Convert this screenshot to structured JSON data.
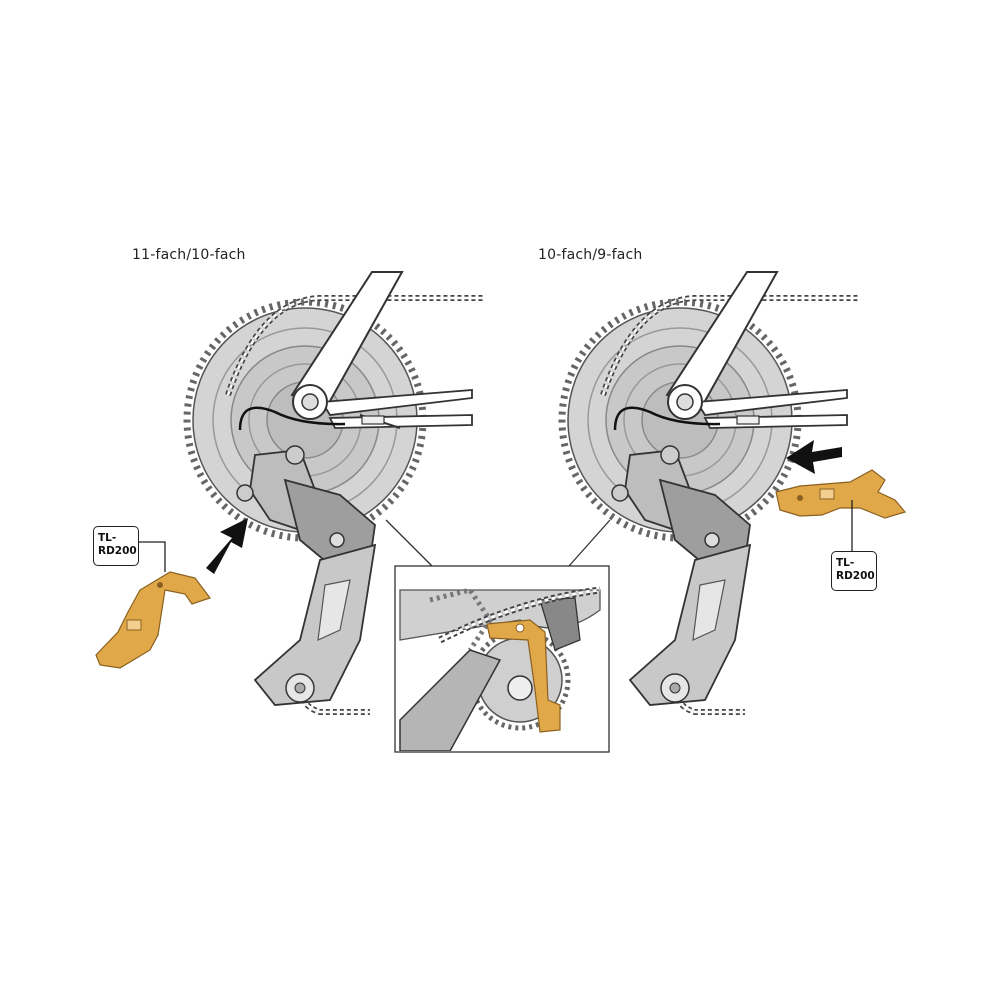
{
  "headings": {
    "left": "11-fach/10-fach",
    "right": "10-fach/9-fach"
  },
  "tool": {
    "label_line1": "TL-",
    "label_line2": "RD200"
  },
  "colors": {
    "tool_gold": "#e0a848",
    "metal_gray": "#b8b8b8",
    "outline": "#333333",
    "arrow": "#111111",
    "background": "#ffffff"
  }
}
